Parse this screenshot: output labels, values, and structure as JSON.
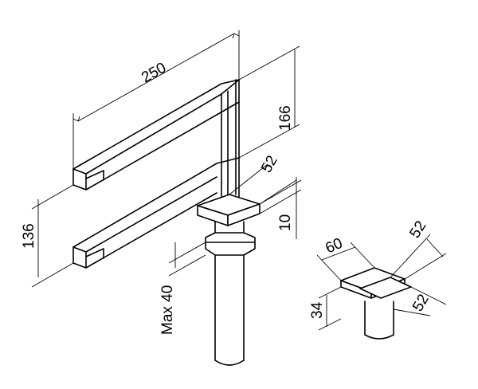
{
  "dimensions": {
    "spout_length": "250",
    "height_above_handle": "166",
    "swivel_height": "136",
    "handle_width_top": "52",
    "handle_thickness": "10",
    "max_deck_thickness": "Max 40",
    "handle_width": "60",
    "handle_depth": "52",
    "base_height": "34",
    "base_depth": "52"
  }
}
